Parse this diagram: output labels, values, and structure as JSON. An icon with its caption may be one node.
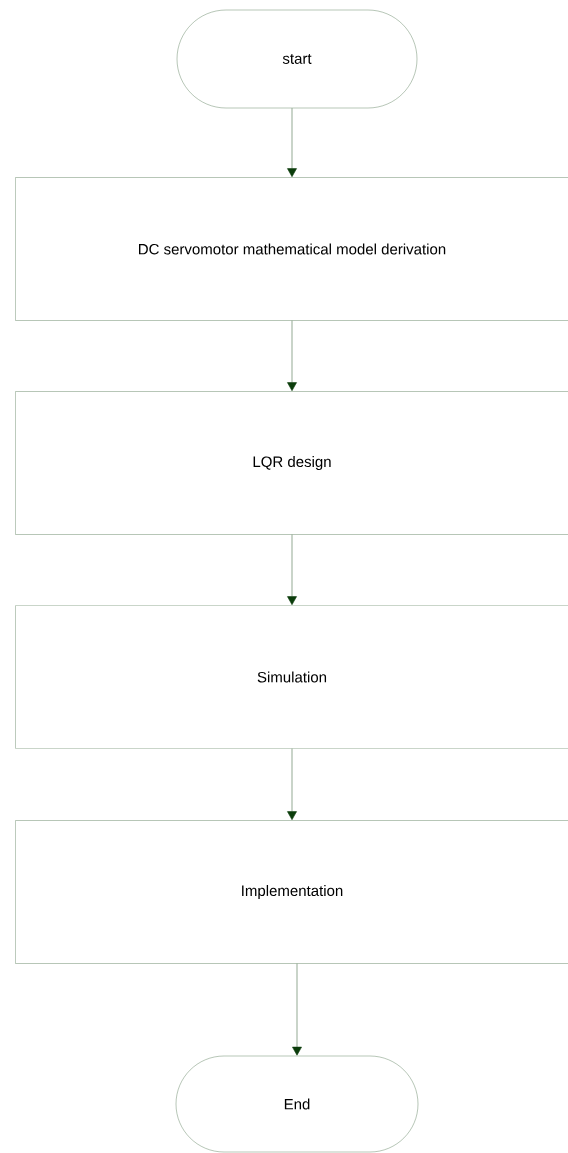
{
  "diagram": {
    "nodes": [
      {
        "text": [
          "start"
        ]
      },
      {
        "text": [
          "DC servomotor mathematical model derivation"
        ]
      },
      {
        "text": [
          "LQR design"
        ]
      },
      {
        "text": [
          "Simulation"
        ]
      },
      {
        "text": [
          "Implementation"
        ]
      },
      {
        "text": [
          "End"
        ]
      }
    ],
    "edges": [
      {
        "from": 0,
        "to": 1,
        "arrow": "to"
      },
      {
        "from": 1,
        "to": 2,
        "arrow": "to"
      },
      {
        "from": 2,
        "to": 3,
        "arrow": "to"
      },
      {
        "from": 3,
        "to": 4,
        "arrow": "to"
      },
      {
        "from": 4,
        "to": 5,
        "arrow": "to"
      }
    ]
  }
}
